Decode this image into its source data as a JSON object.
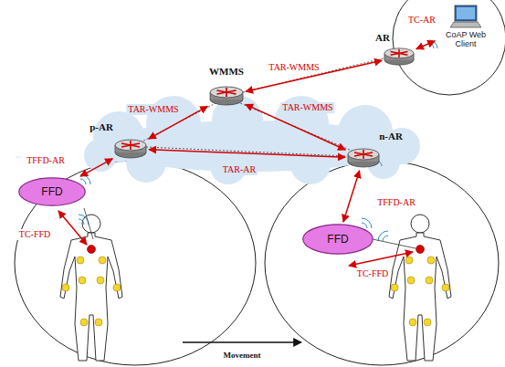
{
  "diagram": {
    "nodes": [
      {
        "text": [
          "AR"
        ]
      },
      {
        "text": [
          "CoAP Web Client"
        ]
      },
      {
        "text": [
          "WMMS"
        ]
      },
      {
        "text": [
          "p-AR"
        ]
      },
      {
        "text": [
          "n-AR"
        ]
      },
      {
        "text": [
          "FFD"
        ]
      },
      {
        "text": [
          "FFD"
        ]
      }
    ],
    "edges": [
      {
        "from": 0,
        "to": 1,
        "label": "TC-AR",
        "arrow": "both"
      },
      {
        "from": 2,
        "to": 0,
        "label": "TAR-WMMS",
        "arrow": "both"
      },
      {
        "from": 3,
        "to": 2,
        "label": "TAR-WMMS",
        "arrow": "both"
      },
      {
        "from": 2,
        "to": 4,
        "label": "TAR-WMMS",
        "arrow": "both"
      },
      {
        "from": 3,
        "to": 4,
        "label": "TAR-AR",
        "arrow": "both"
      },
      {
        "from": 5,
        "to": 3,
        "label": "TFFD-AR",
        "arrow": "both"
      },
      {
        "from": 6,
        "to": 4,
        "label": "TFFD-AR",
        "arrow": "both"
      }
    ],
    "labels": [
      "TC-FFD",
      "TC-FFD",
      "Movement"
    ]
  }
}
